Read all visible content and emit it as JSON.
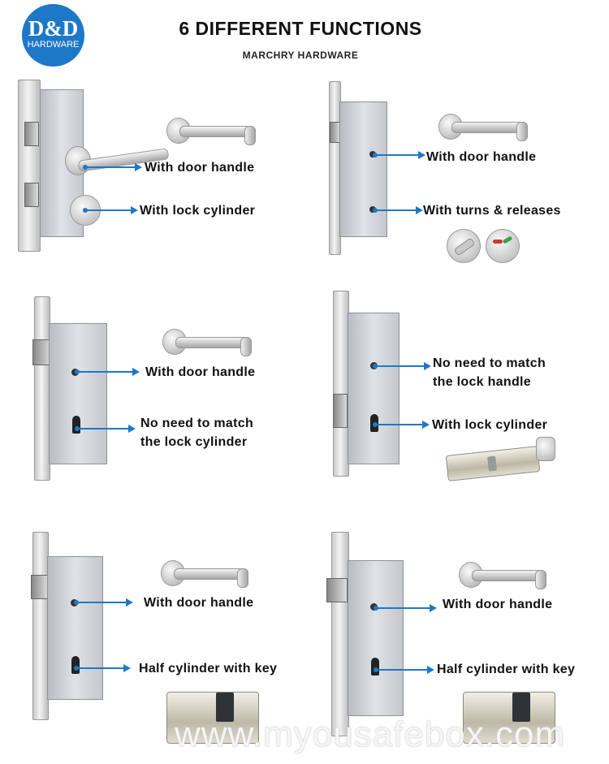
{
  "header": {
    "logo_big": "D&D",
    "logo_small": "HARDWARE",
    "title": "6 DIFFERENT FUNCTIONS",
    "subtitle": "MARCHRY HARDWARE"
  },
  "panels": [
    {
      "labels": [
        "With door handle",
        "With lock cylinder"
      ]
    },
    {
      "labels": [
        "With door handle",
        "With turns & releases"
      ]
    },
    {
      "labels": [
        "With door handle",
        "No need to match",
        "the lock cylinder"
      ]
    },
    {
      "labels": [
        "No need to match",
        "the lock handle",
        "With lock cylinder"
      ]
    },
    {
      "labels": [
        "With door handle",
        "Half cylinder with key"
      ]
    },
    {
      "labels": [
        "With door handle",
        "Half cylinder with key"
      ]
    }
  ],
  "watermark": "www.myousafebox.com",
  "colors": {
    "accent": "#1e78c8",
    "indicator_red": "#d7332b",
    "indicator_green": "#3aa547"
  }
}
